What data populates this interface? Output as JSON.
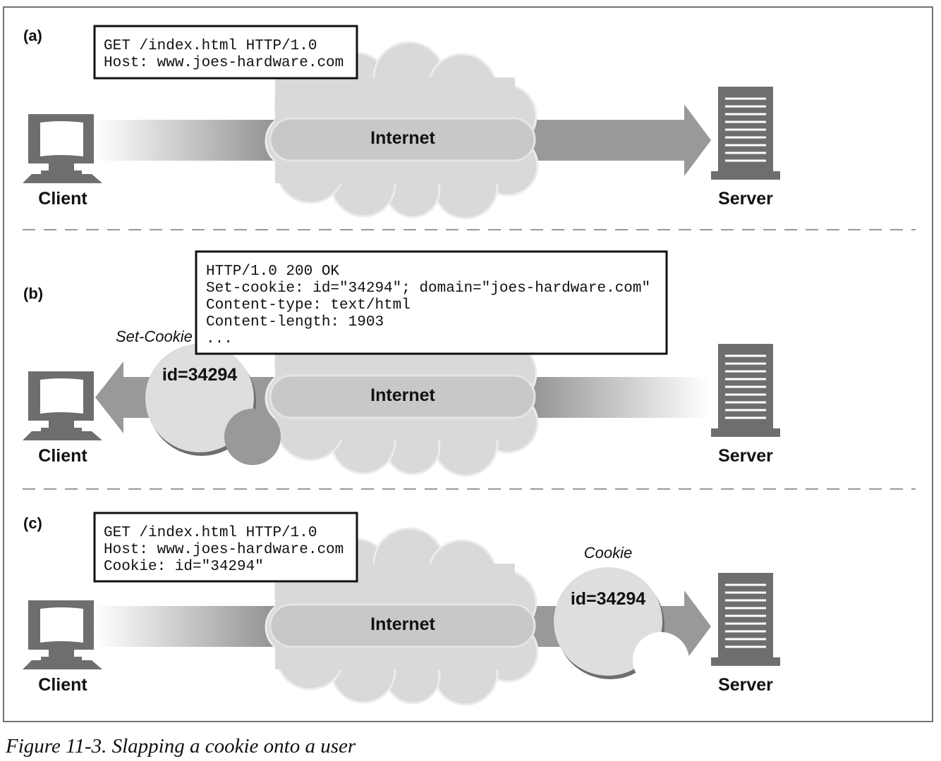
{
  "panels": [
    {
      "label": "(a)",
      "message": [
        "GET /index.html HTTP/1.0",
        "Host: www.joes-hardware.com"
      ],
      "network": "Internet",
      "client": "Client",
      "server": "Server",
      "direction": "client-to-server"
    },
    {
      "label": "(b)",
      "message": [
        "HTTP/1.0 200 OK",
        "Set-cookie: id=\"34294\"; domain=\"joes-hardware.com\"",
        "Content-type: text/html",
        "Content-length: 1903",
        "..."
      ],
      "network": "Internet",
      "client": "Client",
      "server": "Server",
      "direction": "server-to-client",
      "cookie_title": "Set-Cookie",
      "cookie_value": "id=34294"
    },
    {
      "label": "(c)",
      "message": [
        "GET /index.html HTTP/1.0",
        "Host: www.joes-hardware.com",
        "Cookie: id=\"34294\""
      ],
      "network": "Internet",
      "client": "Client",
      "server": "Server",
      "direction": "client-to-server",
      "cookie_title": "Cookie",
      "cookie_value": "id=34294"
    }
  ],
  "caption": "Figure 11-3. Slapping a cookie onto a user",
  "colors": {
    "arrow": "#999999",
    "cloud": "#dcdcdc",
    "device": "#6e6e6e"
  }
}
